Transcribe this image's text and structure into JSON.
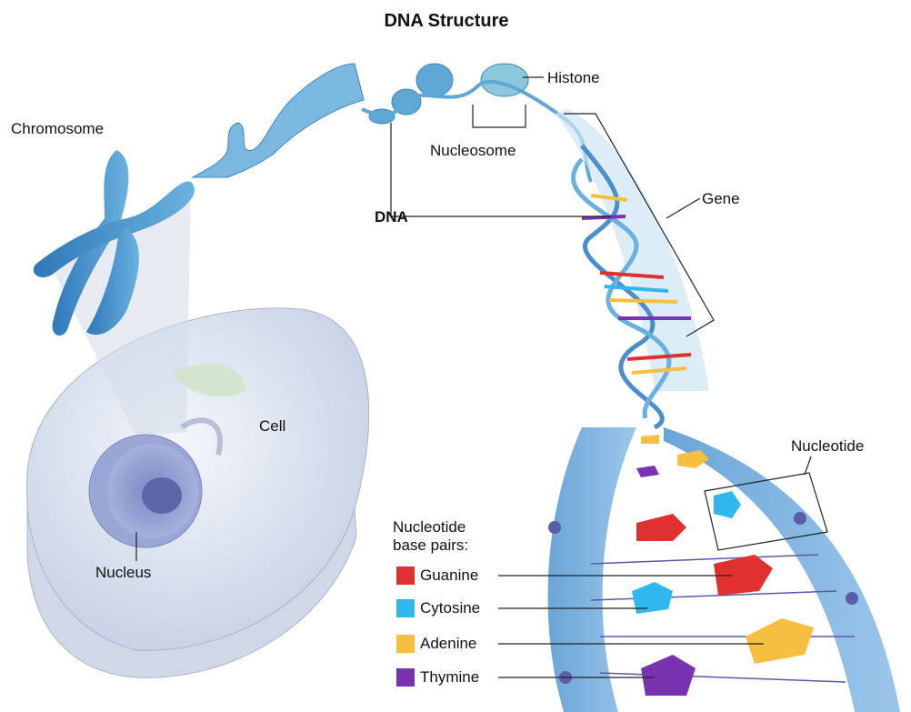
{
  "title": "DNA Structure",
  "labels": {
    "chromosome": "Chromosome",
    "histone": "Histone",
    "nucleosome": "Nucleosome",
    "dna": "DNA",
    "gene": "Gene",
    "cell": "Cell",
    "nucleus": "Nucleus",
    "nucleotide": "Nucleotide"
  },
  "legend": {
    "title_line1": "Nucleotide",
    "title_line2": "base pairs:",
    "items": [
      {
        "label": "Guanine",
        "color": "#e03030"
      },
      {
        "label": "Cytosine",
        "color": "#30b8ee"
      },
      {
        "label": "Adenine",
        "color": "#f5c040"
      },
      {
        "label": "Thymine",
        "color": "#7a32b0"
      }
    ]
  }
}
